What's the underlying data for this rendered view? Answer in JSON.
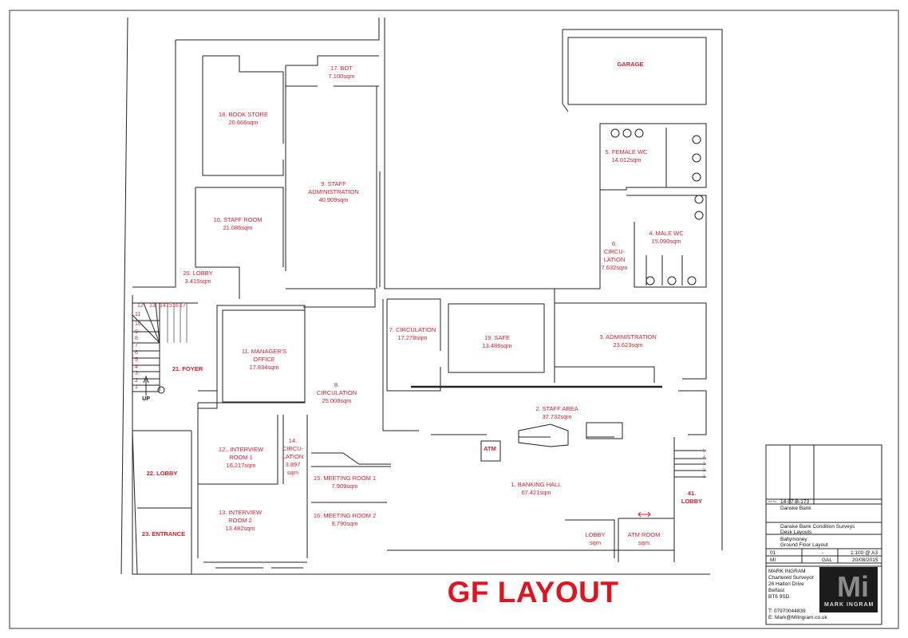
{
  "drawing_title": "GF LAYOUT",
  "rooms": [
    {
      "id": "bot",
      "lines": [
        "17. BOT",
        "7.100sqm"
      ]
    },
    {
      "id": "book-store",
      "lines": [
        "18. BOOK STORE",
        "20.666sqm"
      ]
    },
    {
      "id": "staff-administration",
      "lines": [
        "9. STAFF",
        "ADMINISTRATION",
        "40.909sqm"
      ]
    },
    {
      "id": "garage",
      "lines": [
        "GARAGE"
      ]
    },
    {
      "id": "female-wc",
      "lines": [
        "5. FEMALE WC",
        "14.012sqm"
      ]
    },
    {
      "id": "staff-room",
      "lines": [
        "10. STAFF ROOM",
        "21.086sqm"
      ]
    },
    {
      "id": "male-wc",
      "lines": [
        "4. MALE WC",
        "15.090sqm"
      ]
    },
    {
      "id": "circulation-6",
      "lines": [
        "6.",
        "CIRCU-",
        "LATION",
        "7.632sqm"
      ]
    },
    {
      "id": "lobby-20",
      "lines": [
        "20. LOBBY",
        "3.415sqm"
      ]
    },
    {
      "id": "circulation-7",
      "lines": [
        "7. CIRCULATION",
        "17.278sqm"
      ]
    },
    {
      "id": "safe",
      "lines": [
        "19. SAFE",
        "13.486sqm"
      ]
    },
    {
      "id": "administration",
      "lines": [
        "3. ADMINISTRATION",
        "23.623sqm"
      ]
    },
    {
      "id": "managers-office",
      "lines": [
        "11. MANAGER'S",
        "OFFICE",
        "17.834sqm"
      ]
    },
    {
      "id": "foyer",
      "lines": [
        "21. FOYER"
      ]
    },
    {
      "id": "circulation-8",
      "lines": [
        "8.",
        "CIRCULATION",
        "25.008sqm"
      ]
    },
    {
      "id": "staff-area",
      "lines": [
        "2. STAFF AREA",
        "37.732sqm"
      ]
    },
    {
      "id": "interview-room-1",
      "lines": [
        "12.. INTERVIEW",
        "ROOM 1",
        "16.217sqm"
      ]
    },
    {
      "id": "circulation-14",
      "lines": [
        "14.",
        "CIRCU-",
        "LATION",
        "3.897",
        "sqm"
      ]
    },
    {
      "id": "atm",
      "lines": [
        "ATM"
      ]
    },
    {
      "id": "lobby-22",
      "lines": [
        "22. LOBBY"
      ]
    },
    {
      "id": "meeting-room-1",
      "lines": [
        "15. MEETING ROOM 1",
        "7.909sqm"
      ]
    },
    {
      "id": "banking-hall",
      "lines": [
        "1. BANKING HALL",
        "67.421sqm"
      ]
    },
    {
      "id": "lobby-41",
      "lines": [
        "41.",
        "LOBBY"
      ]
    },
    {
      "id": "meeting-room-2",
      "lines": [
        "16. MEETING ROOM 2",
        "9.790sqm"
      ]
    },
    {
      "id": "interview-room-2",
      "lines": [
        "13. INTERVIEW",
        "ROOM 2",
        "13.482sqm"
      ]
    },
    {
      "id": "entrance",
      "lines": [
        "23. ENTRANCE"
      ]
    },
    {
      "id": "lobby-front",
      "lines": [
        "LOBBY",
        "sqm"
      ]
    },
    {
      "id": "atm-room",
      "lines": [
        "ATM ROOM",
        "sqm"
      ]
    }
  ],
  "stair_main": {
    "numbers": [
      "1",
      "2",
      "3",
      "4",
      "5",
      "6",
      "7",
      "8",
      "9",
      "10",
      "11",
      "12",
      "13",
      "14",
      "15",
      "16",
      "17"
    ],
    "up_label": "UP"
  },
  "stair_right": {
    "numbers": [
      "1",
      "2",
      "3",
      "4",
      "5"
    ]
  },
  "title_block": {
    "job_no": "14-07-B-173",
    "client": "Danske Bank",
    "project_1": "Danske Bank Condition Surveys",
    "project_2": "Desk Layouts",
    "title_1": "Ballymoney",
    "title_2": "Ground Floor Layout",
    "drawing_no": "01",
    "rev": "-",
    "scale": "1:100 @ A3",
    "drawn": "MI",
    "checked": "GAL",
    "date": "20/08/2015",
    "company": "MARK INGRAM",
    "role": "Chartered Surveyor",
    "address_1": "26 Halton Drive",
    "address_2": "Belfast",
    "postcode": "BT6 9SD",
    "phone": "T: 07970044839",
    "email": "E: Mark@MIIngram.co.uk",
    "logo_text": "MARK INGRAM"
  },
  "colors": {
    "label": "#d21f2b",
    "line": "#222222"
  }
}
